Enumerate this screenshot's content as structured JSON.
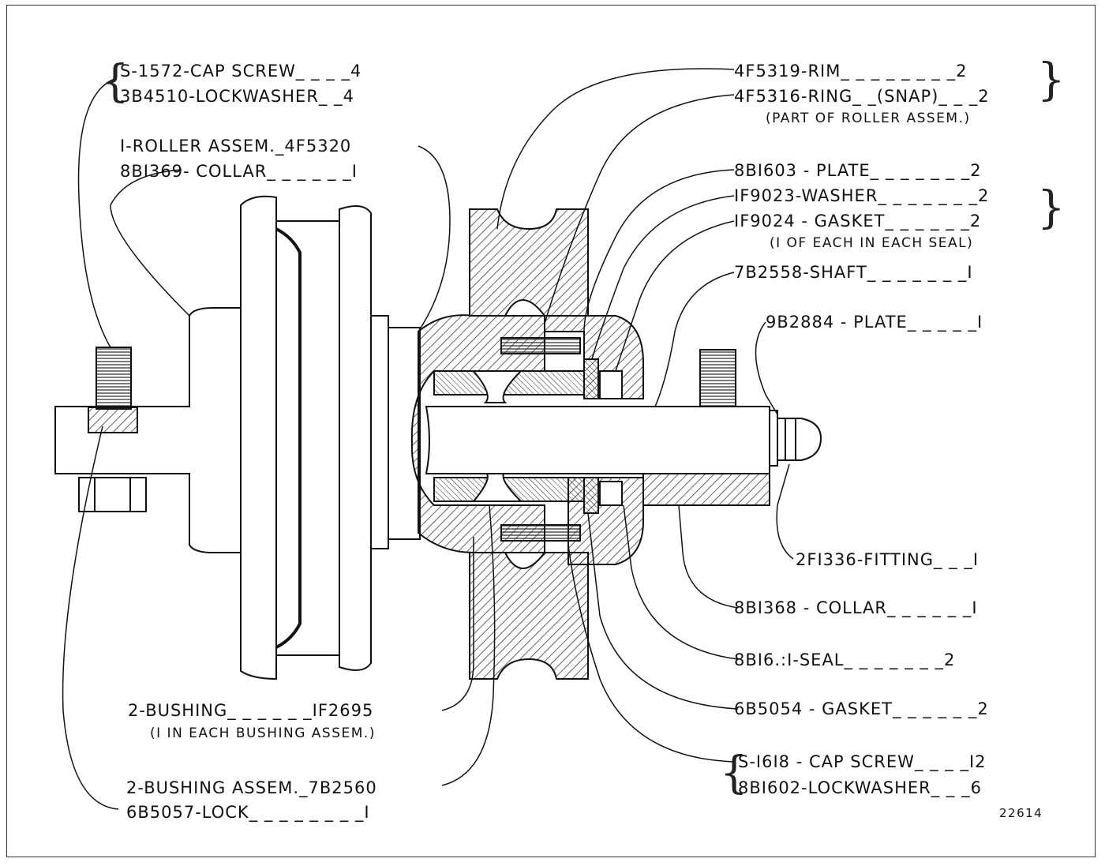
{
  "labels": {
    "cap_screw_s1572": "S-1572-CAP SCREW_ _ _ _4",
    "lockwasher_3b4510": "3B4510-LOCKWASHER_ _4",
    "roller_assem": "I-ROLLER ASSEM._4F5320",
    "collar_8b1369": "8BI369- COLLAR_ _ _ _ _ _I",
    "rim_4f5319": "4F5319-RIM_ _ _ _ _ _ _ _2",
    "ring_4f5316": "4F5316-RING_ _(SNAP)_ _ _2",
    "ring_note": "(PART OF ROLLER ASSEM.)",
    "plate_8b1603": "8BI603 - PLATE_ _ _ _ _ _ _2",
    "washer_1f9023": "IF9023-WASHER_ _ _ _ _ _ _2",
    "gasket_1f9024": "IF9024 - GASKET_ _ _ _ _ _2",
    "seal_note": "(I OF EACH IN EACH SEAL)",
    "shaft_7b2558": "7B2558-SHAFT_ _ _ _ _ _ _I",
    "plate_9b2884": "9B2884 - PLATE_ _ _ _ _I",
    "fitting_2f1336": "2FI336-FITTING_ _ _I",
    "collar_8b1368": "8BI368 - COLLAR_ _ _ _ _ _I",
    "seal_8b16": "8BI6.:I-SEAL_ _ _ _ _ _ _2",
    "gasket_6b5054": "6B5054 - GASKET_ _ _ _ _ _2",
    "cap_screw_s1618": "S-I6I8 - CAP SCREW_ _ _ _I2",
    "lockwasher_8b1602": "8BI602-LOCKWASHER_ _ _6",
    "bushing_1f2695": "2-BUSHING_ _ _ _ _ _IF2695",
    "bushing_note": "(I IN EACH BUSHING ASSEM.)",
    "bushing_assem_7b2560": "2-BUSHING ASSEM._7B2560",
    "lock_6b5057": "6B5057-LOCK_ _ _ _ _ _ _ _I",
    "drawing_number": "22614"
  },
  "colors": {
    "ink": "#111111",
    "paper": "#ffffff",
    "hatch": "#222222"
  }
}
